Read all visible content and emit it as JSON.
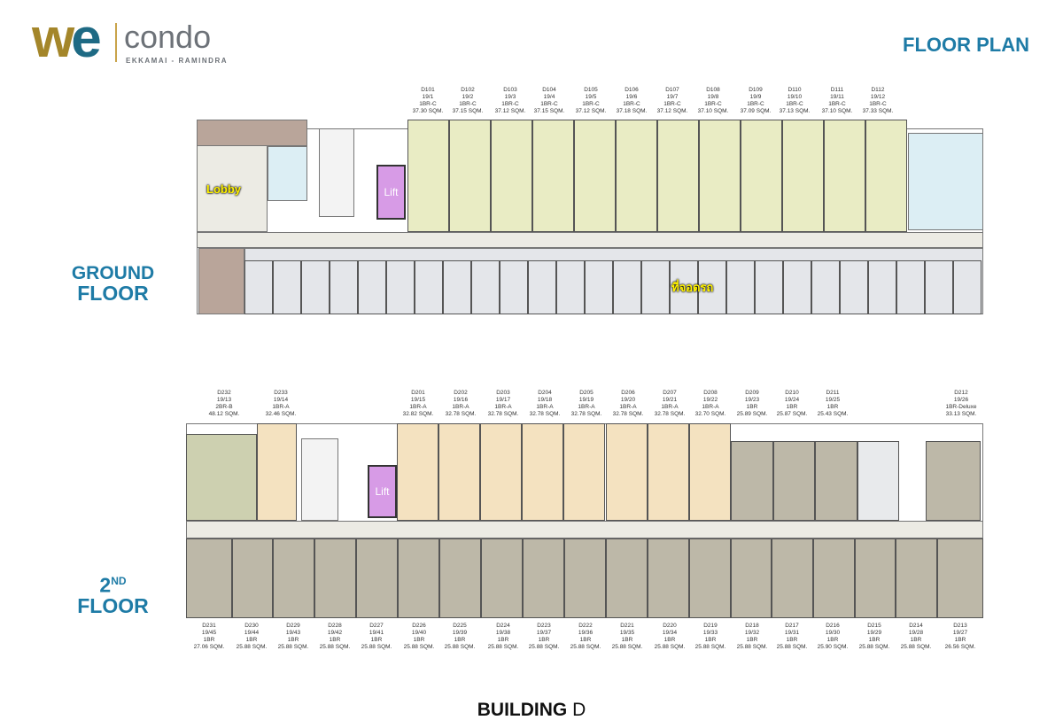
{
  "logo": {
    "we": "we",
    "condo": "condo",
    "tagline": "EKKAMAI - RAMINDRA"
  },
  "title": "FLOOR PLAN",
  "ground_floor": {
    "label_line1": "GROUND",
    "label_line2": "FLOOR",
    "lobby": "Lobby",
    "lift": "Lift",
    "parking": "ที่จอดรถ",
    "units": [
      [
        "D101",
        "19/1",
        "1BR-C",
        "37.30 SQM."
      ],
      [
        "D102",
        "19/2",
        "1BR-C",
        "37.15 SQM."
      ],
      [
        "D103",
        "19/3",
        "1BR-C",
        "37.12 SQM."
      ],
      [
        "D104",
        "19/4",
        "1BR-C",
        "37.15 SQM."
      ],
      [
        "D105",
        "19/5",
        "1BR-C",
        "37.12 SQM."
      ],
      [
        "D106",
        "19/6",
        "1BR-C",
        "37.18 SQM."
      ],
      [
        "D107",
        "19/7",
        "1BR-C",
        "37.12 SQM."
      ],
      [
        "D108",
        "19/8",
        "1BR-C",
        "37.10 SQM."
      ],
      [
        "D109",
        "19/9",
        "1BR-C",
        "37.09 SQM."
      ],
      [
        "D110",
        "19/10",
        "1BR-C",
        "37.13 SQM."
      ],
      [
        "D111",
        "19/11",
        "1BR-C",
        "37.10 SQM."
      ],
      [
        "D112",
        "19/12",
        "1BR-C",
        "37.33 SQM."
      ]
    ]
  },
  "second_floor": {
    "label_sup": "ND",
    "label_num": "2",
    "label_line2": "FLOOR",
    "lift": "Lift",
    "top_units": [
      [
        "D232",
        "19/13",
        "2BR-B",
        "48.12 SQM."
      ],
      [
        "D233",
        "19/14",
        "1BR-A",
        "32.46 SQM."
      ],
      [
        "D201",
        "19/15",
        "1BR-A",
        "32.82 SQM."
      ],
      [
        "D202",
        "19/16",
        "1BR-A",
        "32.78 SQM."
      ],
      [
        "D203",
        "19/17",
        "1BR-A",
        "32.78 SQM."
      ],
      [
        "D204",
        "19/18",
        "1BR-A",
        "32.78 SQM."
      ],
      [
        "D205",
        "19/19",
        "1BR-A",
        "32.78 SQM."
      ],
      [
        "D206",
        "19/20",
        "1BR-A",
        "32.78 SQM."
      ],
      [
        "D207",
        "19/21",
        "1BR-A",
        "32.78 SQM."
      ],
      [
        "D208",
        "19/22",
        "1BR-A",
        "32.70 SQM."
      ],
      [
        "D209",
        "19/23",
        "1BR",
        "25.89 SQM."
      ],
      [
        "D210",
        "19/24",
        "1BR",
        "25.87 SQM."
      ],
      [
        "D211",
        "19/25",
        "1BR",
        "25.43 SQM."
      ],
      [
        "D212",
        "19/26",
        "1BR-Deluxe",
        "33.13 SQM."
      ]
    ],
    "bottom_units": [
      [
        "D231",
        "19/45",
        "1BR",
        "27.06 SQM."
      ],
      [
        "D230",
        "19/44",
        "1BR",
        "25.88 SQM."
      ],
      [
        "D229",
        "19/43",
        "1BR",
        "25.88 SQM."
      ],
      [
        "D228",
        "19/42",
        "1BR",
        "25.88 SQM."
      ],
      [
        "D227",
        "19/41",
        "1BR",
        "25.88 SQM."
      ],
      [
        "D226",
        "19/40",
        "1BR",
        "25.88 SQM."
      ],
      [
        "D225",
        "19/39",
        "1BR",
        "25.88 SQM."
      ],
      [
        "D224",
        "19/38",
        "1BR",
        "25.88 SQM."
      ],
      [
        "D223",
        "19/37",
        "1BR",
        "25.88 SQM."
      ],
      [
        "D222",
        "19/36",
        "1BR",
        "25.88 SQM."
      ],
      [
        "D221",
        "19/35",
        "1BR",
        "25.88 SQM."
      ],
      [
        "D220",
        "19/34",
        "1BR",
        "25.88 SQM."
      ],
      [
        "D219",
        "19/33",
        "1BR",
        "25.88 SQM."
      ],
      [
        "D218",
        "19/32",
        "1BR",
        "25.88 SQM."
      ],
      [
        "D217",
        "19/31",
        "1BR",
        "25.88 SQM."
      ],
      [
        "D216",
        "19/30",
        "1BR",
        "25.90 SQM."
      ],
      [
        "D215",
        "19/29",
        "1BR",
        "25.88 SQM."
      ],
      [
        "D214",
        "19/28",
        "1BR",
        "25.88 SQM."
      ],
      [
        "D213",
        "19/27",
        "1BR",
        "26.56 SQM."
      ]
    ]
  },
  "building": {
    "prefix": "BUILDING",
    "letter": "D"
  },
  "colors": {
    "unit_1brc": "#e9ecc4",
    "unit_1bra": "#f4e2c0",
    "unit_1br": "#bdb8a8",
    "unit_2brb": "#cdd0b0",
    "corridor": "#ecebe4",
    "parking": "#e4e6ea",
    "lobby_wall": "#b9a59a",
    "lift": "#d79be6"
  }
}
